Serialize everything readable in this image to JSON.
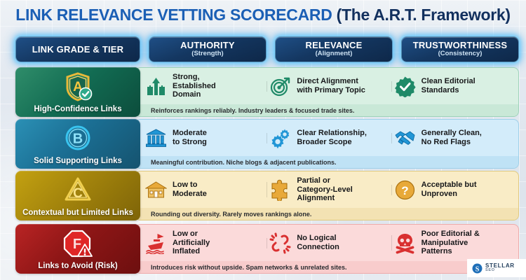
{
  "title": {
    "main": "LINK RELEVANCE VETTING SCORECARD ",
    "paren": "(The A.R.T. Framework)",
    "main_color": "#1b5fb5",
    "paren_color": "#12305e"
  },
  "header": {
    "columns": [
      {
        "main": "LINK GRADE & TIER",
        "sub": ""
      },
      {
        "main": "AUTHORITY",
        "sub": "(Strength)"
      },
      {
        "main": "RELEVANCE",
        "sub": "(Alignment)"
      },
      {
        "main": "TRUSTWORTHINESS",
        "sub": "(Consistency)"
      }
    ]
  },
  "rows": [
    {
      "grade": "A",
      "label": "High-Confidence Links",
      "badge_icon": "shield-check-a-icon",
      "accent": "#126b52",
      "panel_bg": "#d9f0e3",
      "cells": [
        {
          "icon": "fortress-arrow-icon",
          "text": "Strong,\nEstablished\nDomain"
        },
        {
          "icon": "target-arrow-icon",
          "text": "Direct Alignment\nwith Primary Topic"
        },
        {
          "icon": "verified-check-icon",
          "text": "Clean Editorial\nStandards"
        }
      ],
      "note": "Reinforces rankings reliably. Industry leaders & focused trade sites."
    },
    {
      "grade": "B",
      "label": "Solid Supporting Links",
      "badge_icon": "circle-b-icon",
      "accent": "#1b6f94",
      "panel_bg": "#d3ecfa",
      "cells": [
        {
          "icon": "bank-building-icon",
          "text": "Moderate\nto Strong"
        },
        {
          "icon": "gears-icon",
          "text": "Clear Relationship,\nBroader Scope"
        },
        {
          "icon": "handshake-icon",
          "text": "Generally Clean,\nNo Red Flags"
        }
      ],
      "note": "Meaningful contribution. Niche blogs & adjacent publications."
    },
    {
      "grade": "C",
      "label": "Contextual but Limited Links",
      "badge_icon": "triangle-c-icon",
      "accent": "#a3840c",
      "panel_bg": "#f9ecc6",
      "cells": [
        {
          "icon": "house-icon",
          "text": "Low to\nModerate"
        },
        {
          "icon": "puzzle-piece-icon",
          "text": "Partial or\nCategory-Level\nAlignment"
        },
        {
          "icon": "question-circle-icon",
          "text": "Acceptable but\nUnproven"
        }
      ],
      "note": "Rounding out diversity. Rarely moves rankings alone."
    },
    {
      "grade": "F",
      "label": "Links to Avoid (Risk)",
      "badge_icon": "stop-sign-f-warning-icon",
      "accent": "#8e1616",
      "panel_bg": "#fbdada",
      "cells": [
        {
          "icon": "sinking-ship-icon",
          "text": "Low or\nArtificially\nInflated"
        },
        {
          "icon": "broken-chain-icon",
          "text": "No Logical\nConnection"
        },
        {
          "icon": "skull-crossbones-icon",
          "text": "Poor Editorial &\nManipulative\nPatterns"
        }
      ],
      "note": "Introduces risk without upside. Spam networks & unrelated sites."
    }
  ],
  "logo": {
    "line1": "STELLAR",
    "line2": "SEO",
    "mark": "stellar-s-icon",
    "color": "#1f6fb8"
  }
}
